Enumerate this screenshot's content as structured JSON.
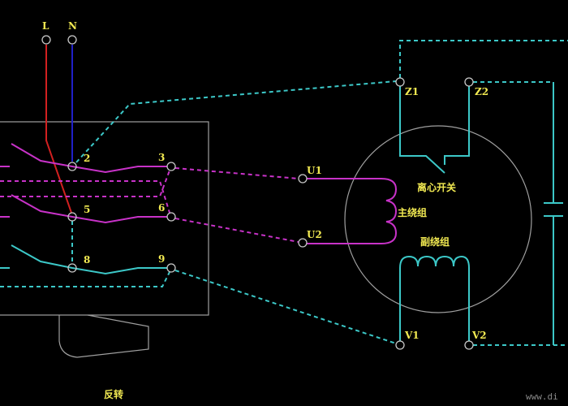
{
  "supply": {
    "live": "L",
    "neutral": "N"
  },
  "switch_terminals": [
    "2",
    "3",
    "5",
    "6",
    "8",
    "9"
  ],
  "motor_terminals": {
    "z1": "Z1",
    "z2": "Z2",
    "u1": "U1",
    "u2": "U2",
    "v1": "V1",
    "v2": "V2"
  },
  "labels": {
    "centrifugal_switch": "离心开关",
    "main_winding": "主绕组",
    "aux_winding": "副绕组",
    "reverse": "反转"
  },
  "watermark": "www.di",
  "colors": {
    "live": "#d22020",
    "neutral": "#2020c8",
    "main": "#c832c8",
    "aux": "#3cc8c8",
    "text": "#f2ea52"
  }
}
